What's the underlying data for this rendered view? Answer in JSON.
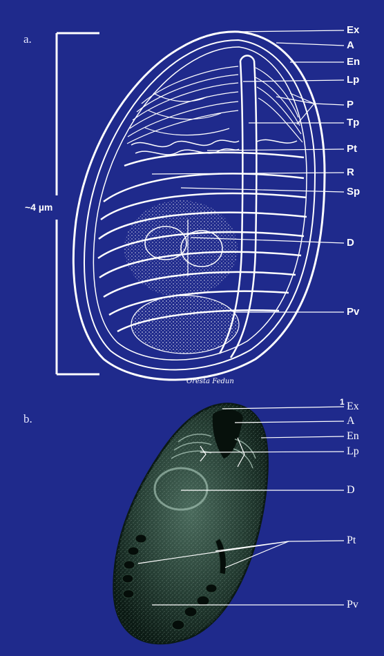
{
  "panel_a": {
    "tag": "a.",
    "scale_label": "~4 µm",
    "signature": "Oresta Fedun",
    "labels": [
      "Ex",
      "A",
      "En",
      "Lp",
      "P",
      "Tp",
      "Pt",
      "R",
      "Sp",
      "D",
      "Pv"
    ]
  },
  "panel_b": {
    "tag": "b.",
    "corner_mark": "1",
    "labels": [
      "Ex",
      "A",
      "En",
      "Lp",
      "D",
      "Pt",
      "Pv"
    ]
  },
  "colors": {
    "background": "#1f2a8c",
    "line": "#ffffff",
    "micrograph_dark": "#0b1a14",
    "micrograph_mid": "#3f5a4e"
  }
}
